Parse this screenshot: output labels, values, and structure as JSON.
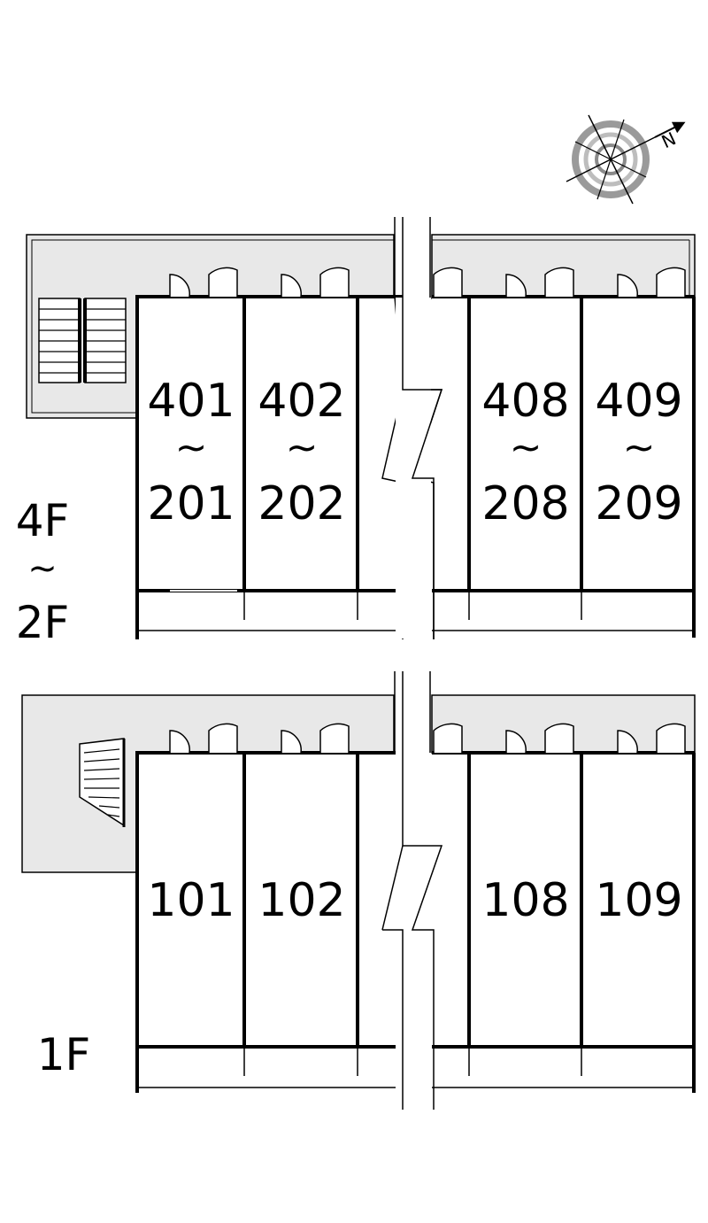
{
  "compass": {
    "north_label": "N"
  },
  "upper_block": {
    "floor_label_top": "4F",
    "floor_label_wave": "~",
    "floor_label_bottom": "2F",
    "units": [
      {
        "top": "401",
        "wave": "~",
        "bottom": "201"
      },
      {
        "top": "402",
        "wave": "~",
        "bottom": "202"
      },
      {
        "top": "408",
        "wave": "~",
        "bottom": "208"
      },
      {
        "top": "409",
        "wave": "~",
        "bottom": "209"
      }
    ]
  },
  "lower_block": {
    "floor_label": "1F",
    "units": [
      "101",
      "102",
      "108",
      "109"
    ]
  },
  "colors": {
    "hall": "#e5e5e5",
    "line": "#000000",
    "compass_ring": "#9a9a9a"
  }
}
